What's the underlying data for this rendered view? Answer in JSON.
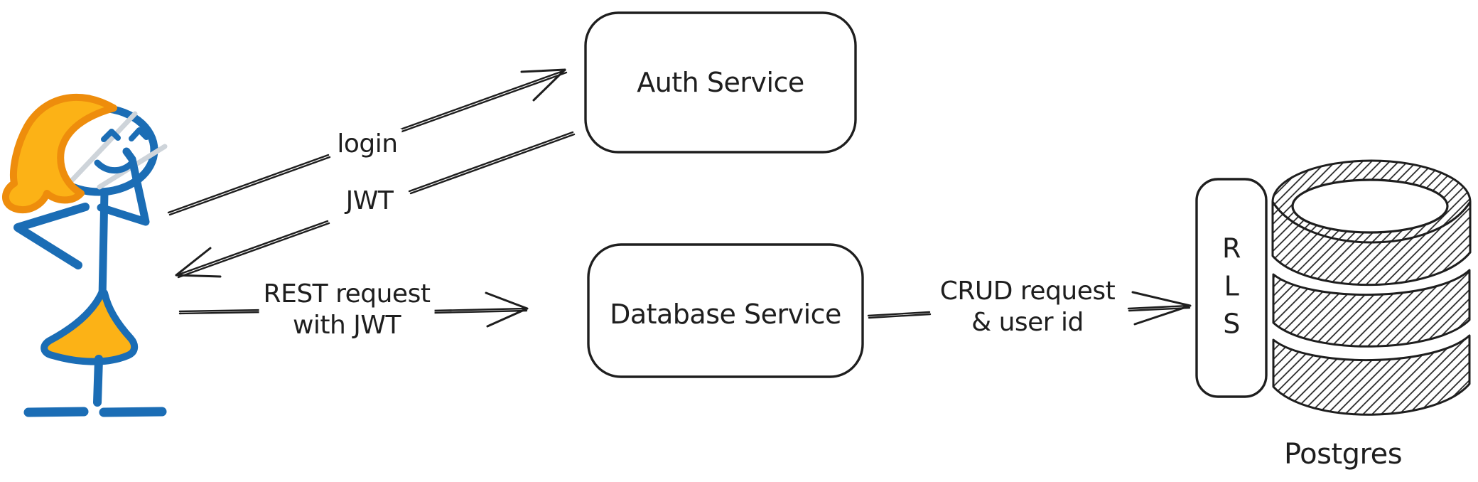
{
  "diagram": {
    "background": "#ffffff",
    "actor": {
      "name": "user"
    },
    "nodes": {
      "auth": {
        "label": "Auth Service"
      },
      "db": {
        "label": "Database Service"
      },
      "rls": {
        "letters": [
          "R",
          "L",
          "S"
        ]
      },
      "postgres": {
        "label": "Postgres"
      }
    },
    "edges": {
      "login": {
        "label": "login",
        "from": "user",
        "to": "auth"
      },
      "jwt": {
        "label": "JWT",
        "from": "auth",
        "to": "user"
      },
      "rest": {
        "line1": "REST request",
        "line2": "with JWT",
        "from": "user",
        "to": "db"
      },
      "crud": {
        "line1": "CRUD request",
        "line2": "& user id",
        "from": "db",
        "to": "rls"
      }
    },
    "colors": {
      "ink": "#1e1e1e",
      "figure_blue": "#1b6db5",
      "hair_orange_stroke": "#ee8d0c",
      "orange_fill": "#fcb216",
      "pencil_gray": "#ced4da"
    }
  }
}
